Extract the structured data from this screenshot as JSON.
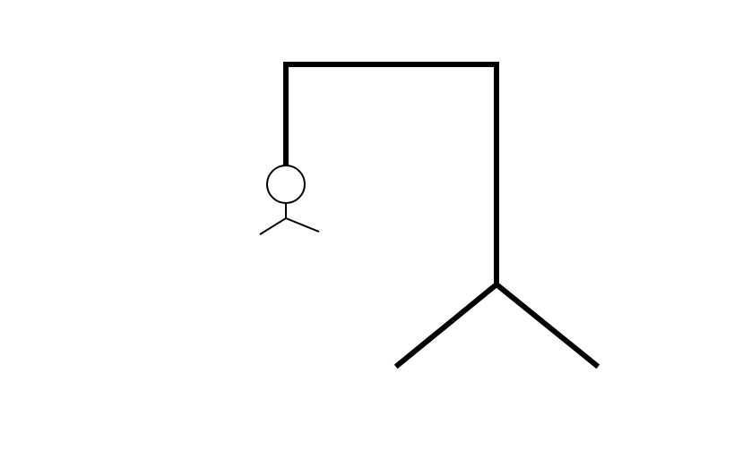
{
  "game": {
    "type": "hangman",
    "figure_parts_shown": [
      "head",
      "neck",
      "arms"
    ],
    "colors": {
      "background": "#ffffff",
      "stroke": "#000000"
    }
  }
}
